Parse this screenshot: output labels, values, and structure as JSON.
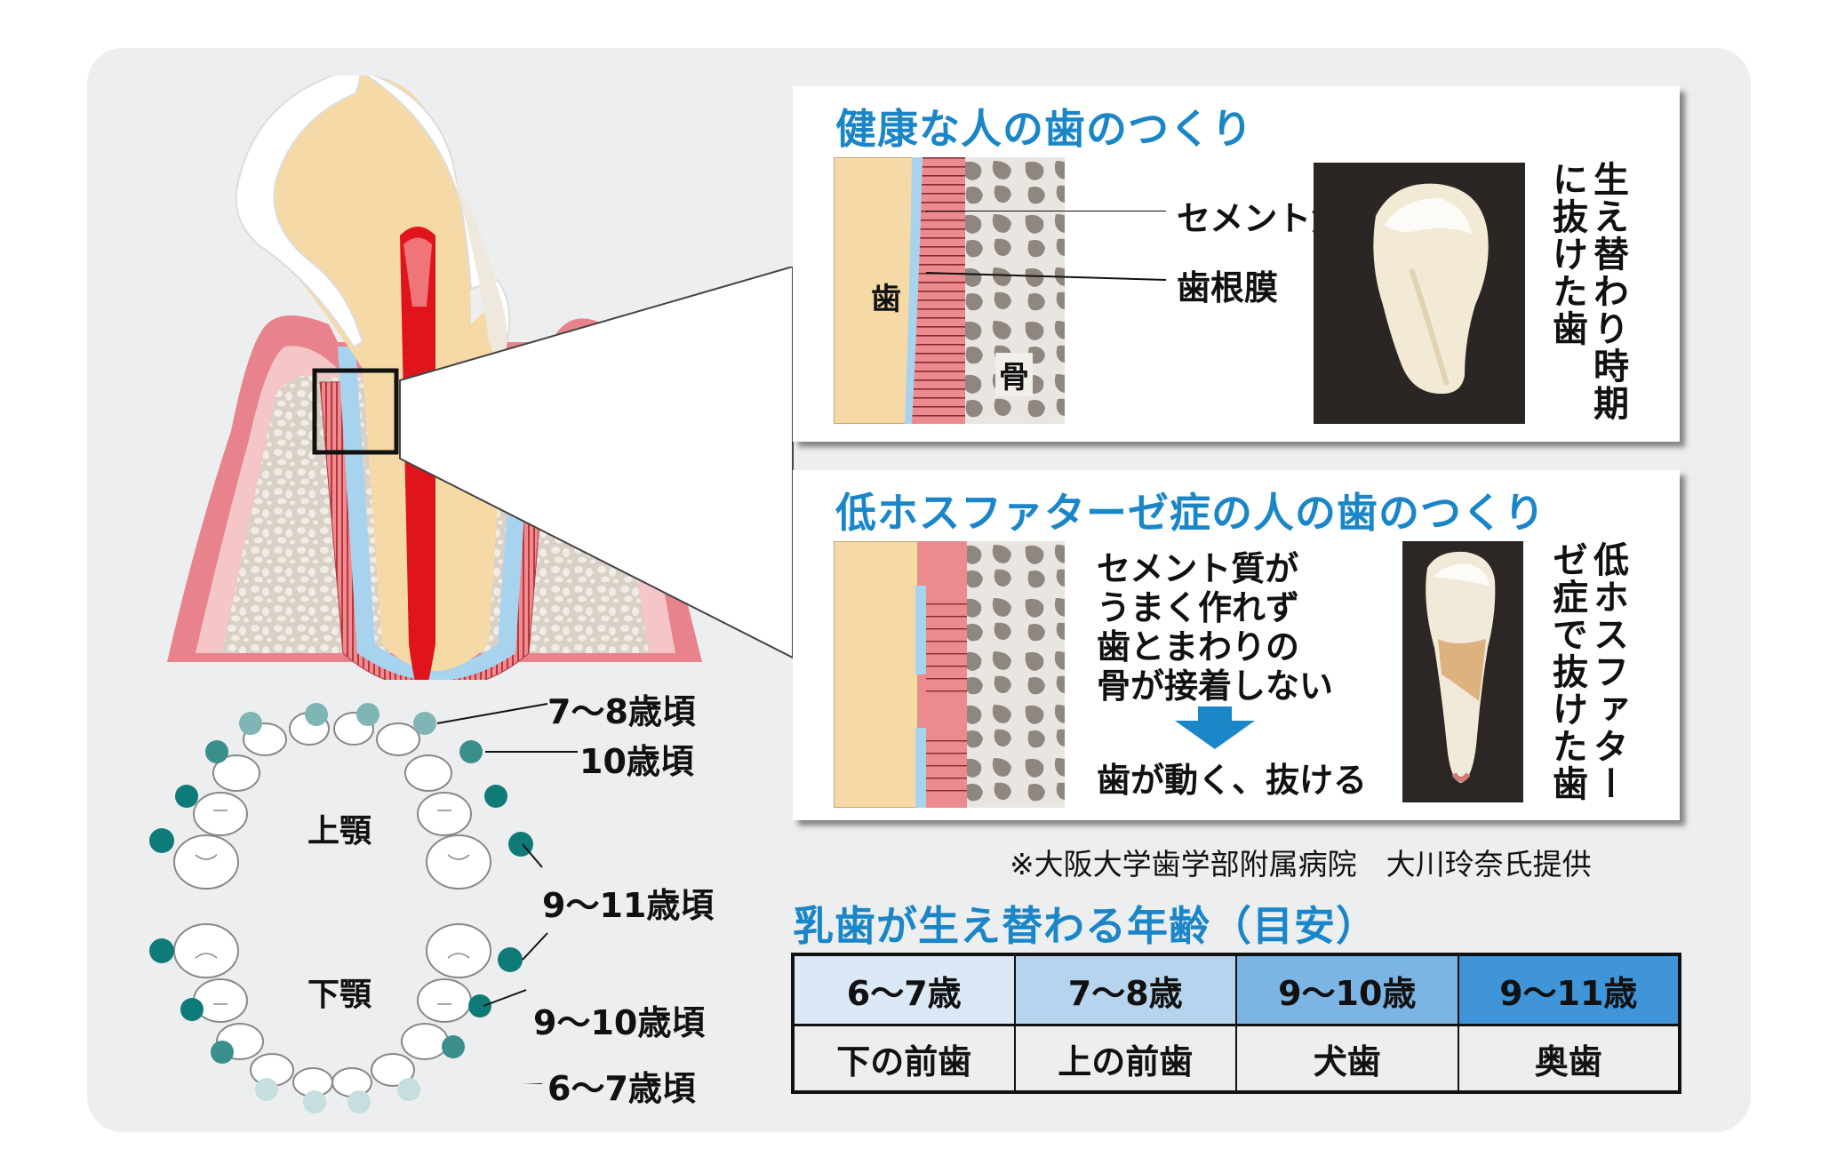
{
  "healthy": {
    "title": "健康な人の歯のつくり",
    "tooth": "歯",
    "bone": "骨",
    "cementum": "セメント質",
    "ligament": "歯根膜",
    "photo_caption": "生え替わり時期に抜けた歯"
  },
  "hpp": {
    "title": "低ホスファターゼ症の人の歯のつくり",
    "desc_lines": [
      "セメント質が",
      "うまく作れず",
      "歯とまわりの",
      "骨が接着しない"
    ],
    "result": "歯が動く、抜ける",
    "photo_caption": "低ホスファターゼ症で抜けた歯"
  },
  "credit": "※大阪大学歯学部附属病院　大川玲奈氏提供",
  "jaw": {
    "upper": "上顎",
    "lower": "下顎",
    "ages": {
      "a78": "7～8歳頃",
      "a10": "10歳頃",
      "a911": "9～11歳頃",
      "a910": "9～10歳頃",
      "a67": "6～7歳頃"
    }
  },
  "table": {
    "title": "乳歯が生え替わる年齢（目安）",
    "columns": [
      {
        "age": "6～7歳",
        "tooth": "下の前歯",
        "color": "#dbe9f7"
      },
      {
        "age": "7～8歳",
        "tooth": "上の前歯",
        "color": "#b7d4ef"
      },
      {
        "age": "9～10歳",
        "tooth": "犬歯",
        "color": "#7cb4e3"
      },
      {
        "age": "9～11歳",
        "tooth": "奥歯",
        "color": "#3f95d8"
      }
    ]
  },
  "colors": {
    "heading_blue": "#1a86c8",
    "gum": "#e8838d",
    "dentin": "#f5d9a6",
    "pulp": "#e0141c",
    "cementum": "#a8d3ee",
    "dot_light": "#c6dedd",
    "dot_mid": "#7fb5b4",
    "dot_dark": "#0e7b78",
    "background": "#eceeef"
  }
}
